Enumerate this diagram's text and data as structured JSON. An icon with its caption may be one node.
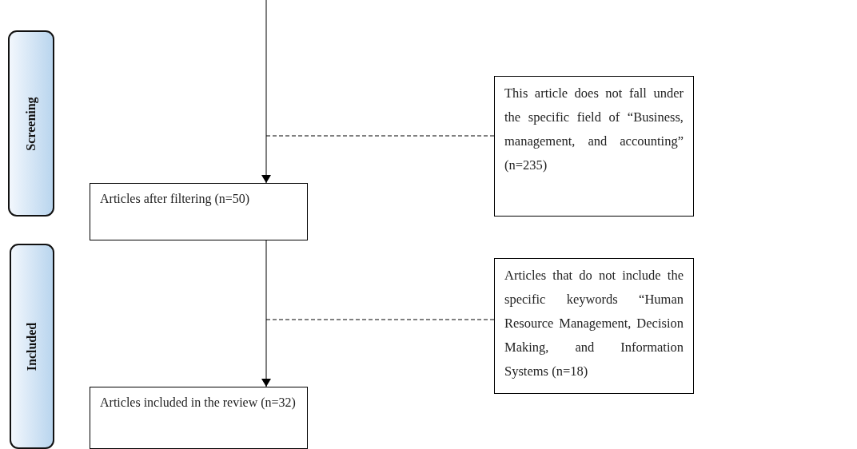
{
  "diagram": {
    "nodes": [
      {
        "text": [
          "Screening"
        ]
      },
      {
        "text": [
          "This article does not fall under the specific field of “Business, management, and accounting” (n=235)"
        ]
      },
      {
        "text": [
          "Articles after filtering (n=50)"
        ]
      },
      {
        "text": [
          "Included"
        ]
      },
      {
        "text": [
          "Articles that do not include the specific keywords “Human Resource Management, Decision Making, and Information Systems (n=18)"
        ]
      },
      {
        "text": [
          "Articles included in the review (n=32)"
        ]
      }
    ],
    "edges": [
      {
        "from": null,
        "to": 2,
        "arrow": "to"
      },
      {
        "from": null,
        "to": 1,
        "arrow": "none",
        "style": "dashed"
      },
      {
        "from": 2,
        "to": 5,
        "arrow": "to"
      },
      {
        "from": null,
        "to": 4,
        "arrow": "none",
        "style": "dashed"
      }
    ]
  }
}
